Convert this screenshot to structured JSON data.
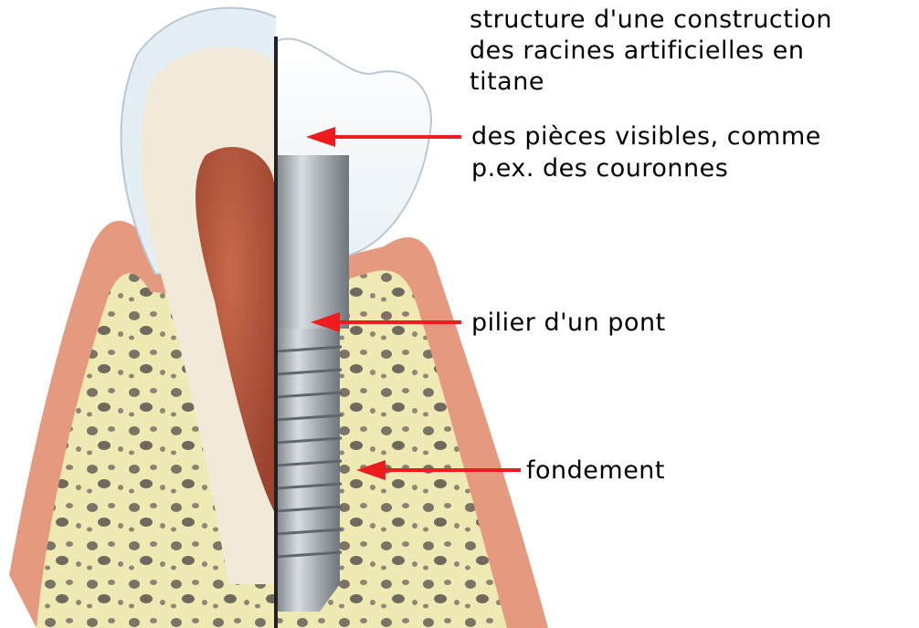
{
  "title_lines": [
    "structure d'une construction",
    "des racines artificielles en",
    "titane"
  ],
  "labels": {
    "crown": [
      "des pièces visibles, comme",
      "p.ex. des couronnes"
    ],
    "pillar": "pilier d'un pont",
    "base": "fondement"
  },
  "colors": {
    "arrow": "#ee1c1c",
    "gum": "#e59a80",
    "bone": "#efe9b4",
    "pulp": "#b5583c",
    "metal": "#a9afb5"
  }
}
